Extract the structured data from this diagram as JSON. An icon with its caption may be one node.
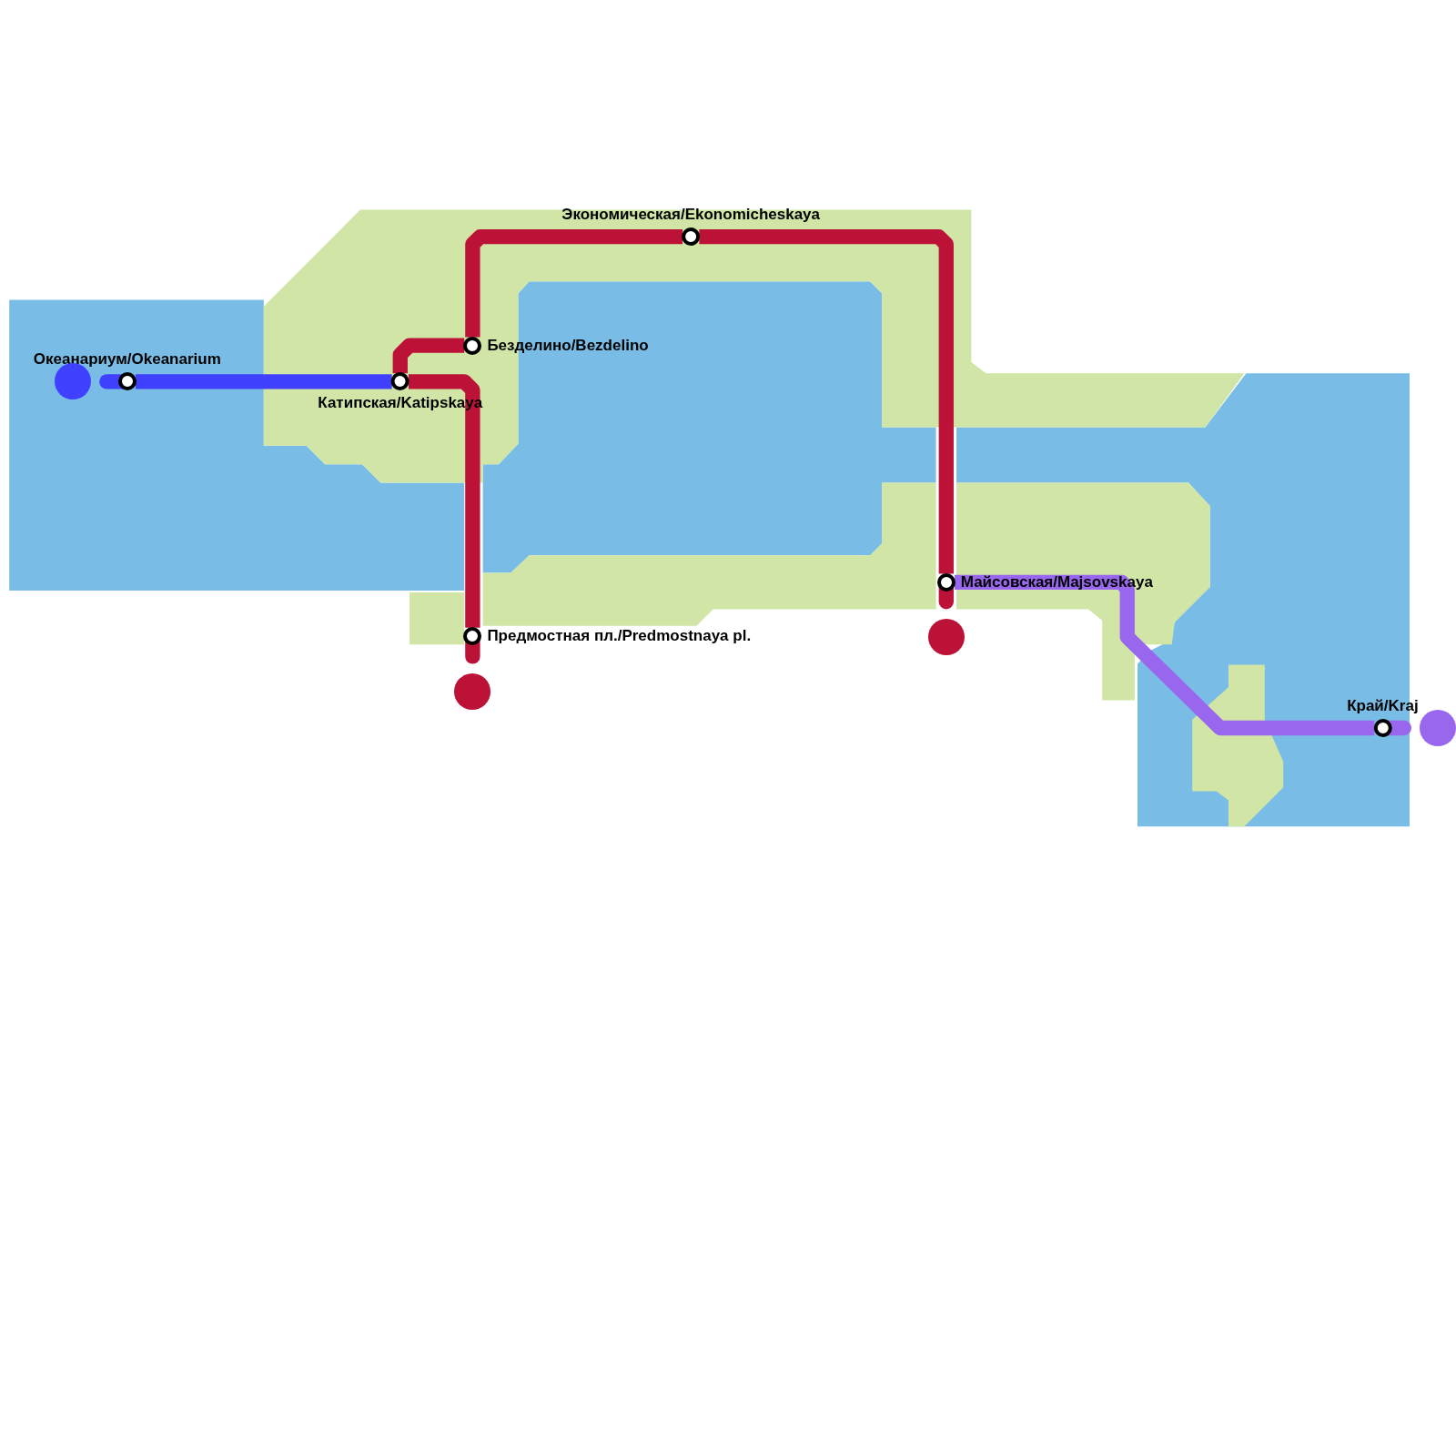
{
  "diagram": {
    "nodes": [
      {
        "text": [
          "Океанариум/Okeanarium"
        ]
      },
      {
        "text": [
          "Катипская/Katipskaya"
        ]
      },
      {
        "text": [
          "Безделино/Bezdelino"
        ]
      },
      {
        "text": [
          "Экономическая/Ekonomicheskaya"
        ]
      },
      {
        "text": [
          "Майсовская/Majsovskaya"
        ]
      },
      {
        "text": [
          "Предмостная пл./Predmostnaya pl."
        ]
      },
      {
        "text": [
          "Край/Kraj"
        ]
      },
      {
        "text": [],
        "shape": "circle"
      },
      {
        "text": [],
        "shape": "circle"
      },
      {
        "text": [],
        "shape": "circle"
      },
      {
        "text": [],
        "shape": "circle"
      }
    ],
    "edges": [
      {
        "from": 0,
        "to": 1,
        "arrow": "none",
        "color": "#4040ff"
      },
      {
        "from": 5,
        "to": 1,
        "arrow": "none"
      },
      {
        "from": 1,
        "to": 2,
        "arrow": "none"
      },
      {
        "from": 2,
        "to": 3,
        "arrow": "none"
      },
      {
        "from": 3,
        "to": 4,
        "arrow": "none"
      },
      {
        "from": 4,
        "to": 6,
        "arrow": "none",
        "color": "#9966ee"
      }
    ]
  }
}
